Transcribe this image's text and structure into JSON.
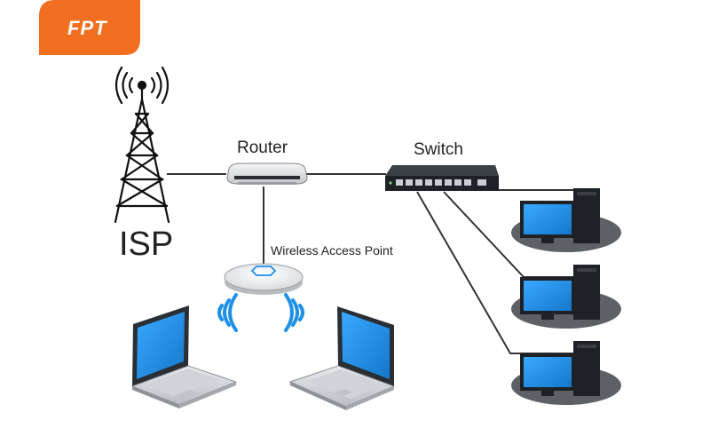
{
  "brand": {
    "name": "FPT",
    "color": "#f26f21"
  },
  "labels": {
    "isp": "ISP",
    "router": "Router",
    "switch": "Switch",
    "access_point": "Wireless Access Point"
  },
  "colors": {
    "screen": "#1e90e8",
    "device_dark": "#1e2226",
    "shadow": "#5d6166",
    "cable": "#333333",
    "wifi": "#1e90e8"
  },
  "icons": [
    "antenna-tower-icon",
    "router-icon",
    "switch-icon",
    "access-point-icon",
    "wifi-signal-icon",
    "laptop-icon",
    "desktop-computer-icon"
  ]
}
